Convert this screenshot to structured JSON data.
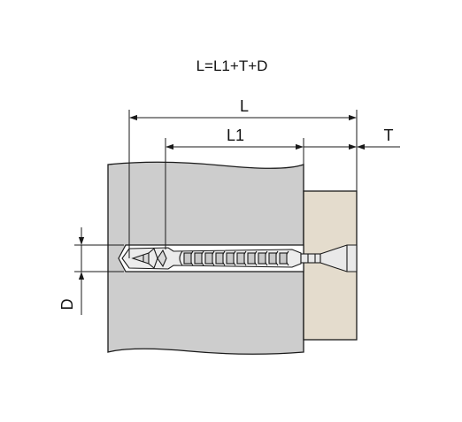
{
  "diagram": {
    "formula": "L=L1+T+D",
    "labels": {
      "total_length": "L",
      "plug_length": "L1",
      "fixture_thickness": "T",
      "hole_diameter": "D"
    },
    "colors": {
      "wall": "#cdcdcd",
      "fixture": "#e4dccd",
      "background": "#ffffff",
      "lines": "#1a1a1a"
    }
  }
}
